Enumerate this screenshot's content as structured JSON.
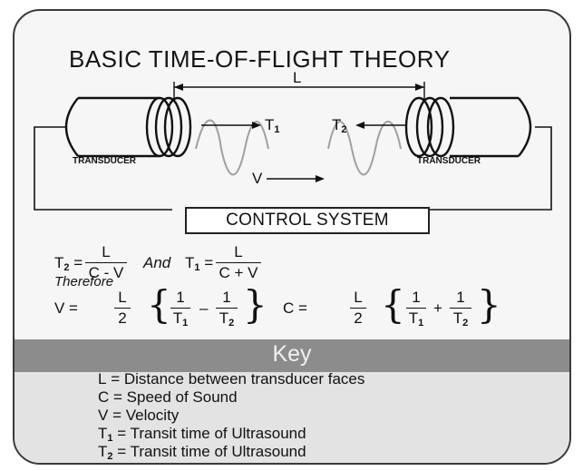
{
  "title": "BASIC TIME-OF-FLIGHT THEORY",
  "diagram": {
    "distance_label": "L",
    "left_label": "TRANSDUCER",
    "right_label": "TRANSDUCER",
    "t1_label": "T",
    "t1_sub": "1",
    "t2_label": "T",
    "t2_sub": "2",
    "velocity_label": "V",
    "control_label": "CONTROL SYSTEM"
  },
  "equations": {
    "t2_lhs": "T",
    "t2_sub": "2",
    "t2_num": "L",
    "t2_den": "C - V",
    "and": "And",
    "t1_lhs": "T",
    "t1_sub": "1",
    "t1_num": "L",
    "t1_den": "C + V",
    "therefore": "Therefore",
    "v_lhs": "V =",
    "c_lhs": "C =",
    "half_num": "L",
    "half_den": "2",
    "one": "1",
    "minus": "–",
    "plus": "+",
    "t_letter": "T",
    "sub1": "1",
    "sub2": "2"
  },
  "key": {
    "title": "Key",
    "items": [
      {
        "sym": "L",
        "sub": "",
        "text": " = Distance between transducer faces"
      },
      {
        "sym": "C",
        "sub": "",
        "text": " = Speed of Sound"
      },
      {
        "sym": "V",
        "sub": "",
        "text": " = Velocity"
      },
      {
        "sym": "T",
        "sub": "1",
        "text": " = Transit time of Ultrasound"
      },
      {
        "sym": "T",
        "sub": "2",
        "text": " = Transit time of Ultrasound"
      }
    ]
  }
}
